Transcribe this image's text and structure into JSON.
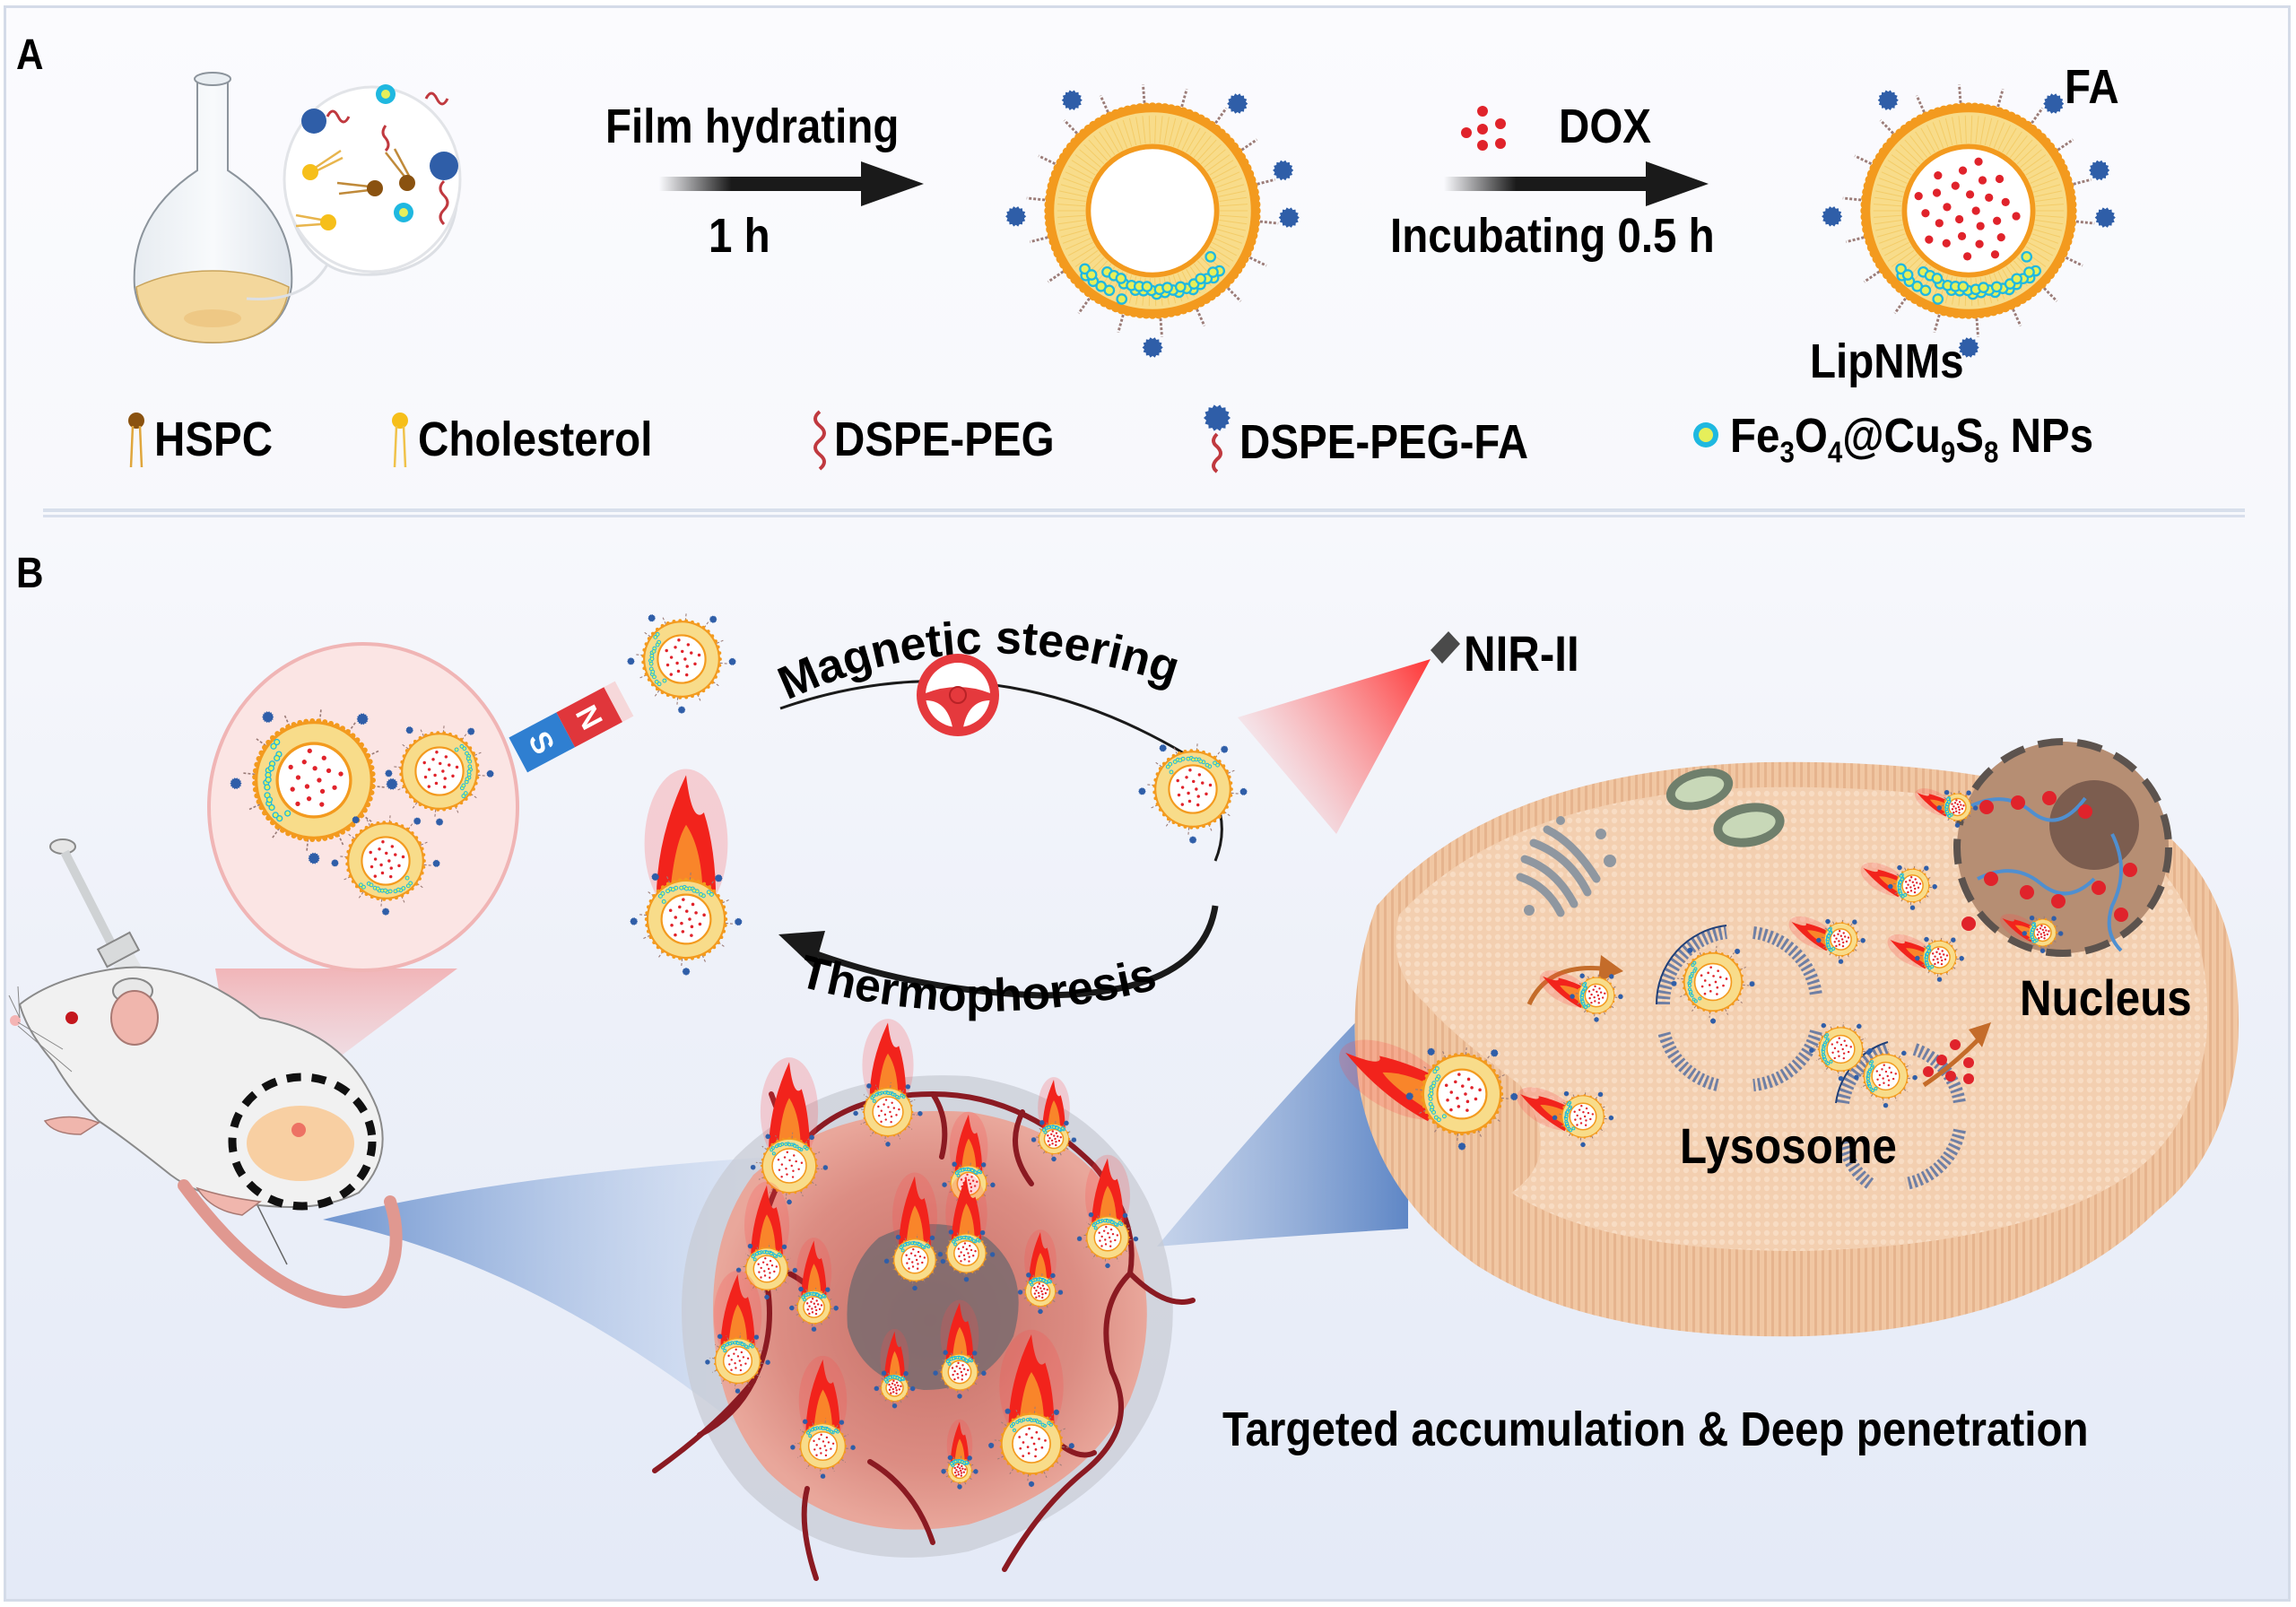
{
  "panel_a": {
    "label": "A",
    "step1": {
      "top": "Film hydrating",
      "bottom": "1 h"
    },
    "step2": {
      "top": "DOX",
      "bottom": "Incubating 0.5 h"
    },
    "product_label": "LipNMs",
    "ligand_label": "FA",
    "legend": [
      {
        "icon": "hspc-lipid-icon",
        "label": "HSPC"
      },
      {
        "icon": "cholesterol-lipid-icon",
        "label": "Cholesterol"
      },
      {
        "icon": "dspe-peg-chain-icon",
        "label": "DSPE-PEG"
      },
      {
        "icon": "dspe-peg-fa-icon",
        "label": "DSPE-PEG-FA"
      },
      {
        "icon": "nanoparticle-icon",
        "label_main": "Fe",
        "sub1": "3",
        "mid1": "O",
        "sub2": "4",
        "mid2": "@Cu",
        "sub3": "9",
        "mid3": "S",
        "sub4": "8",
        "tail": " NPs"
      }
    ]
  },
  "panel_b": {
    "label": "B",
    "magnetic_steering": "Magnetic steering",
    "thermophoresis": "Thermophoresis",
    "nir": "NIR-II",
    "nucleus": "Nucleus",
    "lysosome": "Lysosome",
    "caption": "Targeted accumulation & Deep penetration",
    "magnet": {
      "south": "S",
      "north": "N"
    }
  },
  "colors": {
    "lipid_orange": "#f39a1e",
    "lipid_tail": "#f8dc8a",
    "fa_blue": "#2f5ea8",
    "peg_red": "#c0393f",
    "peg_brown": "#9b7c78",
    "np_cyan": "#1fb8e0",
    "np_yellow": "#e6ef5a",
    "dox_red": "#e0232b",
    "hspc_brown": "#8a5210",
    "chol_yellow": "#f6bf1a",
    "cell_tan": "#f1c9a6",
    "tumor_pink": "#d8857a",
    "vessel": "#8b1a22"
  }
}
